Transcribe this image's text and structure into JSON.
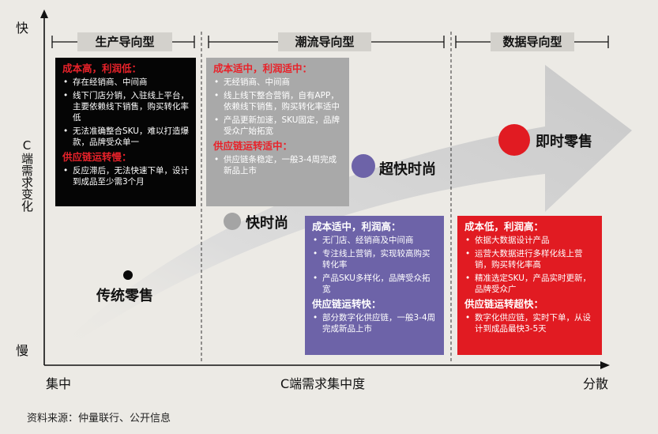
{
  "axes": {
    "y_top": "快",
    "y_bottom": "慢",
    "y_title": "C端需求变化",
    "x_left": "集中",
    "x_title": "C端需求集中度",
    "x_right": "分散"
  },
  "phases": [
    {
      "title": "生产导向型"
    },
    {
      "title": "潮流导向型"
    },
    {
      "title": "数据导向型"
    }
  ],
  "stages": [
    {
      "label": "传统零售",
      "color": "#0a0a0a"
    },
    {
      "label": "快时尚",
      "color": "#a4a4a4"
    },
    {
      "label": "超快时尚",
      "color": "#6d63a8"
    },
    {
      "label": "即时零售",
      "color": "#e11b22"
    }
  ],
  "boxes": {
    "traditional": {
      "head1": "成本高，利润低：",
      "items1": [
        "存在经销商、中间商",
        "线下门店分销，入驻线上平台，主要依赖线下销售，购买转化率低",
        "无法准确整合SKU，难以打造爆款，品牌受众单一"
      ],
      "head2": "供应链运转慢：",
      "items2": [
        "反应滞后，无法快速下单，设计到成品至少需3个月"
      ]
    },
    "fast": {
      "head1": "成本适中，利润适中：",
      "items1": [
        "无经销商、中间商",
        "线上线下整合营销，自有APP，依赖线下销售，购买转化率适中",
        "产品更新加速，SKU固定，品牌受众广始拓宽"
      ],
      "head2": "供应链运转适中：",
      "items2": [
        "供应链条稳定，一般3-4周完成新品上市"
      ]
    },
    "ultrafast": {
      "head1": "成本适中，利润高：",
      "items1": [
        "无门店、经销商及中间商",
        "专注线上营销，实现较高购买转化率",
        "产品SKU多样化，品牌受众拓宽"
      ],
      "head2": "供应链运转快：",
      "items2": [
        "部分数字化供应链，一般3-4周完成新品上市"
      ]
    },
    "instant": {
      "head1": "成本低，利润高：",
      "items1": [
        "依据大数据设计产品",
        "运营大数据进行多样化线上营销，购买转化率高",
        "精准选定SKU，产品实时更新，品牌受众广"
      ],
      "head2": "供应链运转超快：",
      "items2": [
        "数字化供应链，实时下单，从设计到成品最快3-5天"
      ]
    }
  },
  "source": "资料来源：仲量联行、公开信息"
}
